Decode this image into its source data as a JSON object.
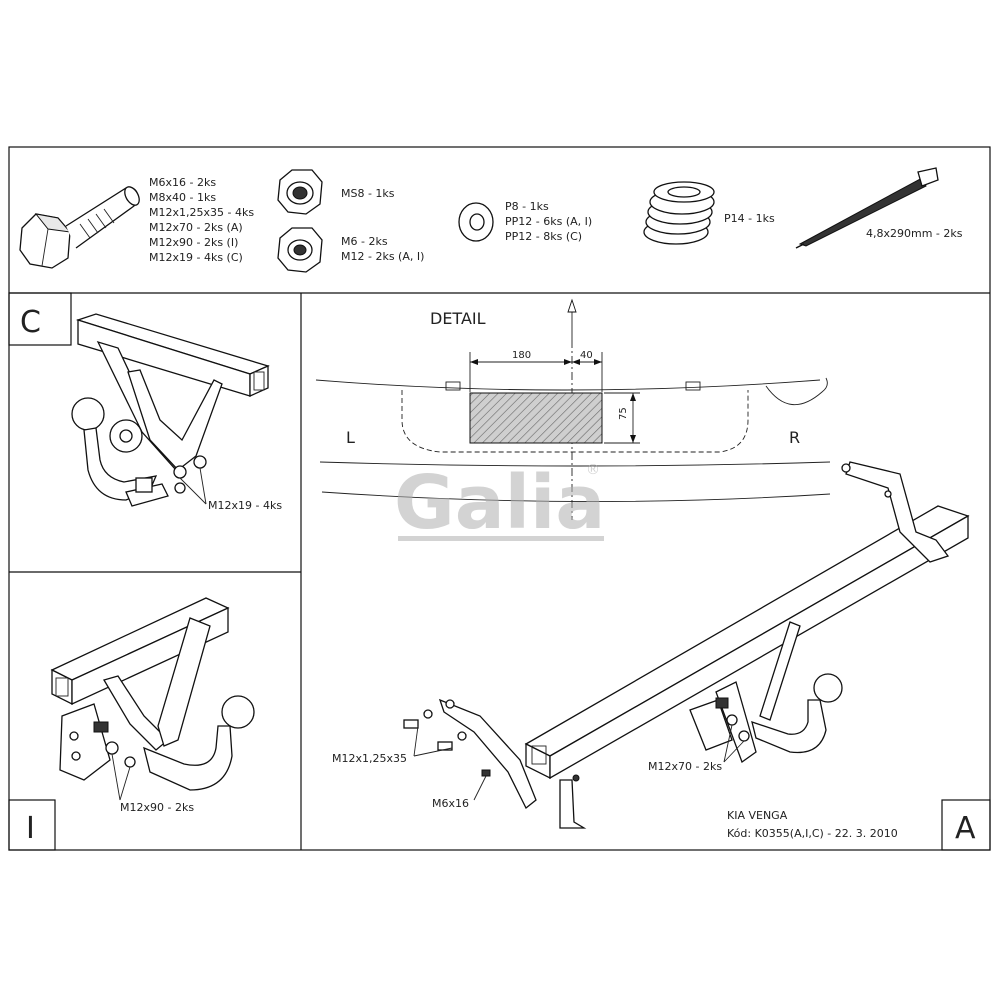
{
  "parts": {
    "bolts": [
      "M6x16 - 2ks",
      "M8x40 - 1ks",
      "M12x1,25x35 - 4ks",
      "M12x70 - 2ks (A)",
      "M12x90 - 2ks (I)",
      "M12x19 - 4ks (C)"
    ],
    "nut_ms8": "MS8 - 1ks",
    "nuts": [
      "M6 - 2ks",
      "M12 - 2ks (A, I)"
    ],
    "washers": [
      "P8 - 1ks",
      "PP12 - 6ks (A, I)",
      "PP12 - 8ks (C)"
    ],
    "spring": "P14 - 1ks",
    "cable_tie": "4,8x290mm - 2ks"
  },
  "panel_c": {
    "letter": "C",
    "label": "M12x19 - 4ks"
  },
  "panel_i": {
    "letter": "I",
    "label": "M12x90 - 2ks"
  },
  "panel_a": {
    "letter": "A",
    "detail_title": "DETAIL",
    "dim_180": "180",
    "dim_40": "40",
    "dim_75": "75",
    "side_left": "L",
    "side_right": "R",
    "label_bolt_35": "M12x1,25x35",
    "label_bolt_16": "M6x16",
    "label_bolt_70": "M12x70 - 2ks",
    "model": "KIA VENGA",
    "code": "Kód: K0355(A,I,C) - 22. 3. 2010"
  },
  "watermark": {
    "text": "Galia",
    "mark": "®"
  }
}
